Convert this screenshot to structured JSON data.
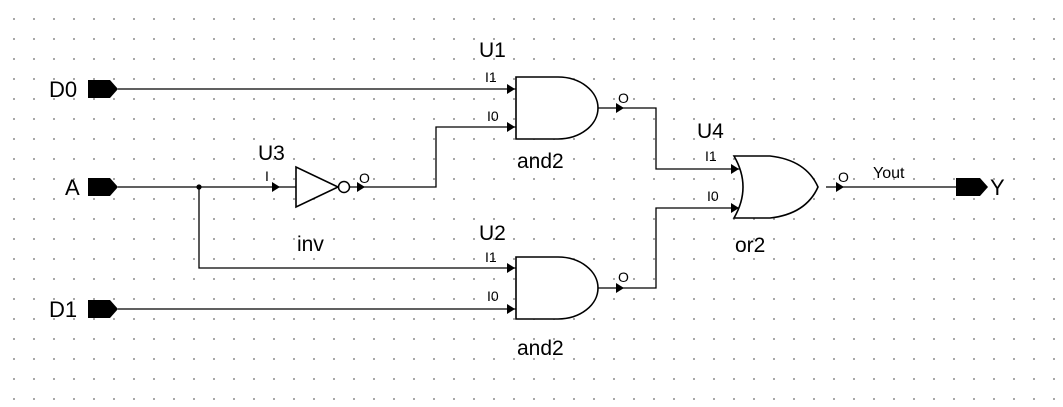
{
  "ports": {
    "d0": "D0",
    "a": "A",
    "d1": "D1",
    "y": "Y"
  },
  "gates": {
    "u1": {
      "ref": "U1",
      "type": "and2",
      "in1": "I1",
      "in0": "I0",
      "out": "O"
    },
    "u2": {
      "ref": "U2",
      "type": "and2",
      "in1": "I1",
      "in0": "I0",
      "out": "O"
    },
    "u3": {
      "ref": "U3",
      "type": "inv",
      "in": "I",
      "out": "O"
    },
    "u4": {
      "ref": "U4",
      "type": "or2",
      "in1": "I1",
      "in0": "I0",
      "out": "O"
    }
  },
  "nets": {
    "output_net": "Yout"
  }
}
